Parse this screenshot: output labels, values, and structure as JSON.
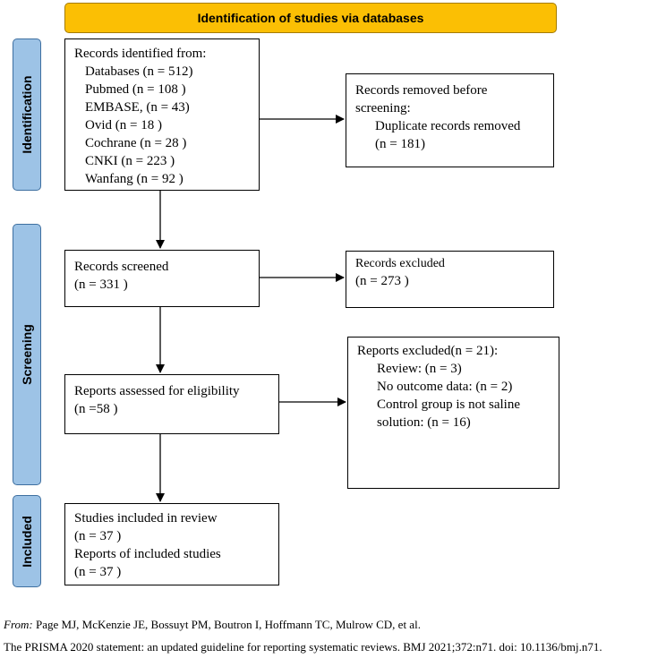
{
  "header": {
    "title": "Identification of studies via databases"
  },
  "phases": {
    "identification": "Identification",
    "screening": "Screening",
    "included": "Included"
  },
  "boxes": {
    "records_identified": {
      "title": "Records identified from:",
      "databases": "Databases (n = 512)",
      "sources": [
        "Pubmed (n = 108 )",
        "EMBASE, (n = 43)",
        "Ovid (n = 18 )",
        "Cochrane (n = 28 )",
        "CNKI (n = 223 )",
        "Wanfang (n = 92 )"
      ]
    },
    "records_removed": {
      "title_line1": "Records removed before",
      "title_line2": "screening:",
      "item": "Duplicate records removed",
      "count": "(n = 181)"
    },
    "records_screened": {
      "title": "Records screened",
      "count": "(n = 331 )"
    },
    "records_excluded": {
      "title": "Records excluded",
      "count": "(n = 273 )"
    },
    "reports_assessed": {
      "title": "Reports assessed for eligibility",
      "count": "(n =58 )"
    },
    "reports_excluded": {
      "title": "Reports excluded(n = 21):",
      "items": [
        "Review: (n = 3)",
        "No outcome data: (n = 2)",
        "Control group is not saline",
        "solution: (n = 16)"
      ]
    },
    "studies_included": {
      "title": "Studies included in review",
      "count": "(n = 37 )",
      "reports_title": "Reports of included studies",
      "reports_count": "(n = 37 )"
    }
  },
  "footer": {
    "from_label": "From:",
    "authors": "Page MJ, McKenzie JE, Bossuyt PM, Boutron I, Hoffmann TC, Mulrow CD, et al.",
    "citation": "The PRISMA 2020 statement: an updated guideline for reporting systematic reviews. BMJ 2021;372:n71. doi: 10.1136/bmj.n71."
  }
}
